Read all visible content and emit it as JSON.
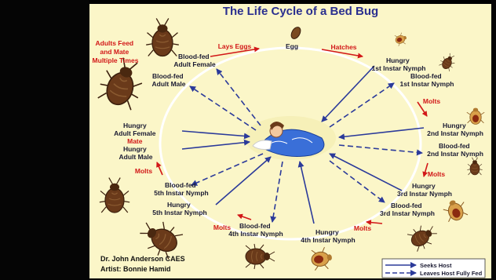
{
  "title": "The Life Cycle of a Bed Bug",
  "colors": {
    "background": "#fbf6c8",
    "title": "#2a2f8f",
    "arrow_blue": "#2b3a9a",
    "transition_red": "#d21818",
    "bug_body": "#6a3a1a"
  },
  "stages": {
    "egg": "Egg",
    "hungry_1st": [
      "Hungry",
      "1st Instar Nymph"
    ],
    "fed_1st": [
      "Blood-fed",
      "1st Instar Nymph"
    ],
    "hungry_2nd": [
      "Hungry",
      "2nd Instar Nymph"
    ],
    "fed_2nd": [
      "Blood-fed",
      "2nd Instar Nymph"
    ],
    "hungry_3rd": [
      "Hungry",
      "3rd Instar Nymph"
    ],
    "fed_3rd": [
      "Blood-fed",
      "3rd Instar Nymph"
    ],
    "hungry_4th": [
      "Hungry",
      "4th Instar Nymph"
    ],
    "fed_4th": [
      "Blood-fed",
      "4th Instar Nymph"
    ],
    "hungry_5th": [
      "Hungry",
      "5th Instar Nymph"
    ],
    "fed_5th": [
      "Blood-fed",
      "5th Instar Nymph"
    ],
    "hungry_adults": [
      "Hungry",
      "Adult Female",
      "Mate",
      "Hungry",
      "Adult Male"
    ],
    "fed_female": [
      "Blood-fed",
      "Adult Female"
    ],
    "fed_male": [
      "Blood-fed",
      "Adult Male"
    ]
  },
  "transitions": {
    "lays_eggs": "Lays Eggs",
    "hatches": "Hatches",
    "molts": "Molts",
    "adults_feed": [
      "Adults Feed",
      "and Mate",
      "Multiple Times"
    ]
  },
  "credits": [
    "Dr. John Anderson CAES",
    "Artist: Bonnie Hamid"
  ],
  "legend": {
    "seeks_host": "Seeks Host",
    "leaves_host": "Leaves Host Fully Fed"
  },
  "icons": [
    "bed-bug-illustration",
    "sleeping-person-illustration",
    "bug-egg-illustration"
  ]
}
